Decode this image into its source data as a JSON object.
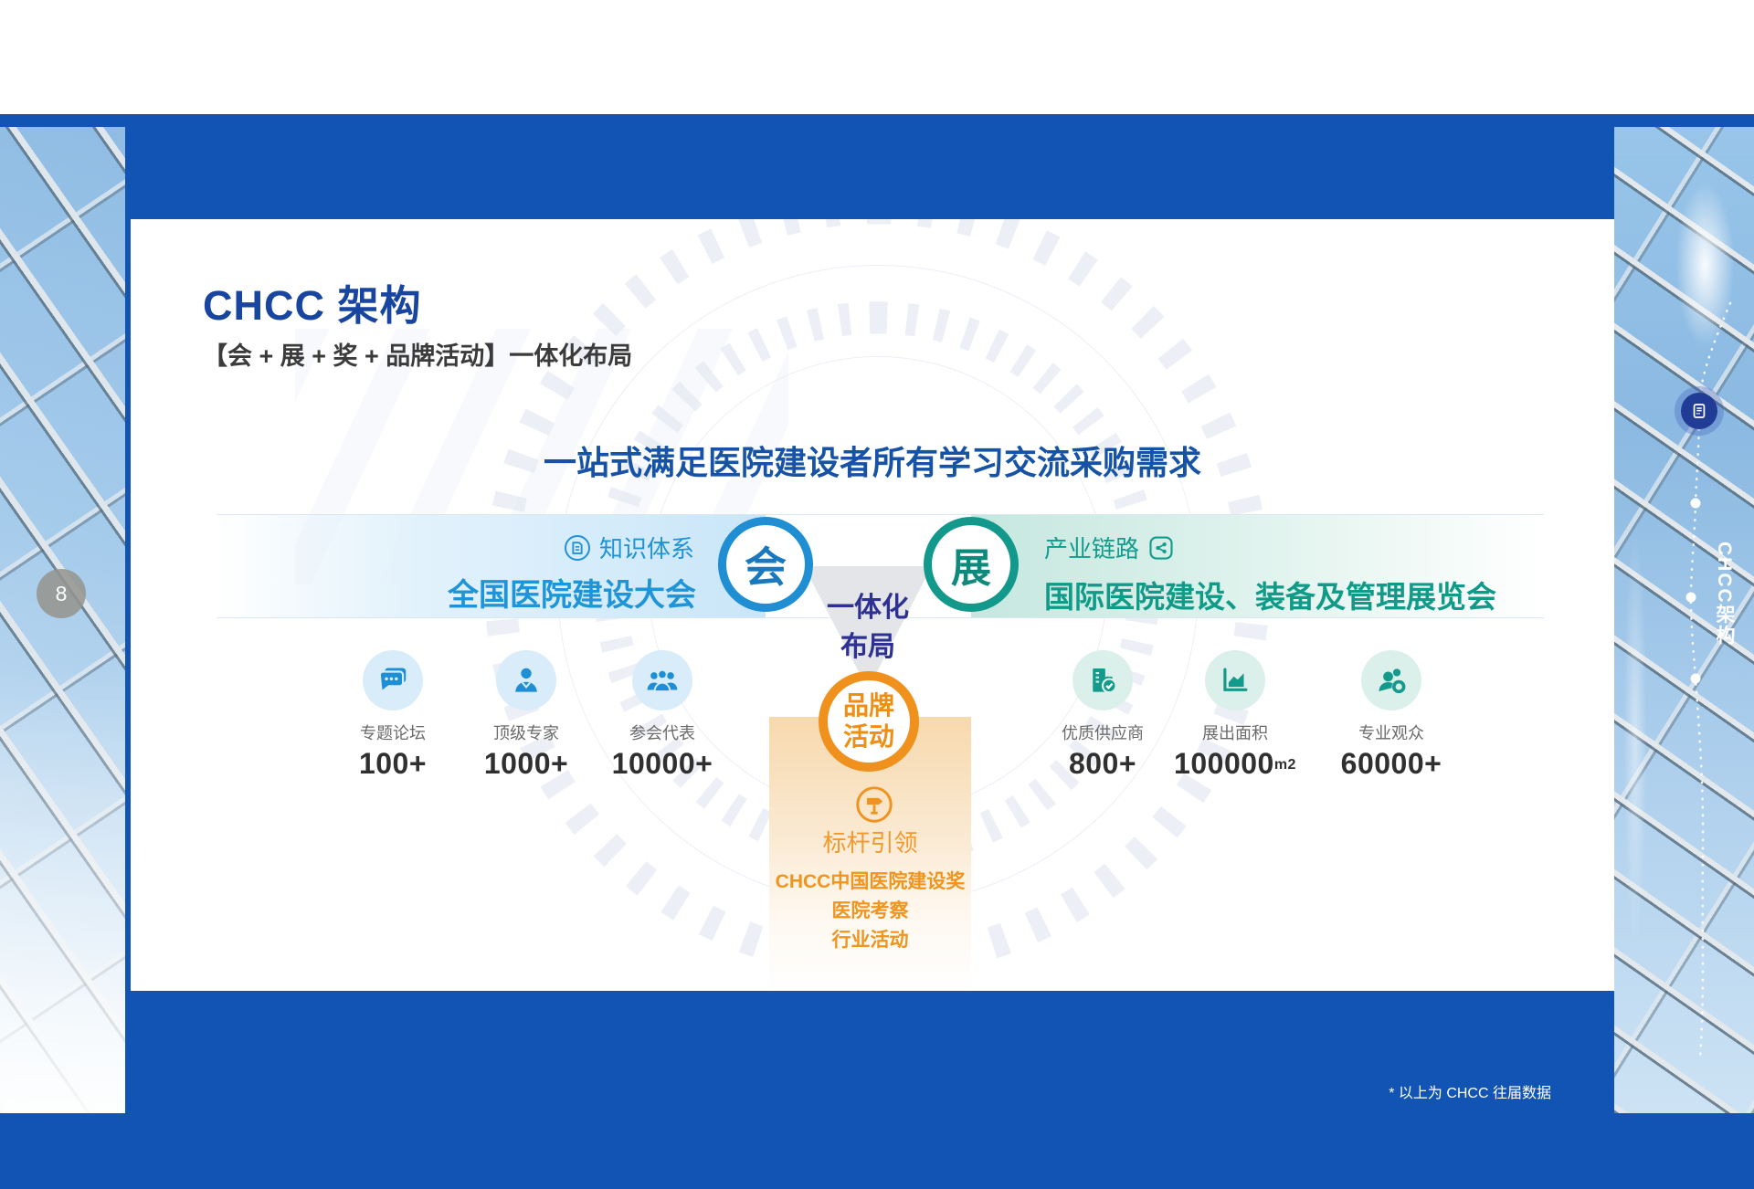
{
  "page": {
    "number": "8",
    "footnote": "* 以上为 CHCC 往届数据",
    "side_tab": "CHCC架构"
  },
  "header": {
    "title": "CHCC 架构",
    "subtitle": "【会 + 展 + 奖 + 品牌活动】一体化布局",
    "heading": "一站式满足医院建设者所有学习交流采购需求"
  },
  "hub": {
    "line1": "一体化",
    "line2": "布局"
  },
  "conference": {
    "badge": "会",
    "tagline": "知识体系",
    "name": "全国医院建设大会",
    "stats": [
      {
        "label": "专题论坛",
        "value": "100+",
        "unit": ""
      },
      {
        "label": "顶级专家",
        "value": "1000+",
        "unit": ""
      },
      {
        "label": "参会代表",
        "value": "10000+",
        "unit": ""
      }
    ]
  },
  "expo": {
    "badge": "展",
    "tagline": "产业链路",
    "name": "国际医院建设、装备及管理展览会",
    "stats": [
      {
        "label": "优质供应商",
        "value": "800+",
        "unit": ""
      },
      {
        "label": "展出面积",
        "value": "100000",
        "unit": "m2"
      },
      {
        "label": "专业观众",
        "value": "60000+",
        "unit": ""
      }
    ]
  },
  "brand": {
    "badge_line1": "品牌",
    "badge_line2": "活动",
    "tagline": "标杆引领",
    "items": [
      "CHCC中国医院建设奖",
      "医院考察",
      "行业活动"
    ]
  },
  "colors": {
    "frame_blue": "#1254b4",
    "title_blue": "#17459f",
    "conference_blue": "#1e93d6",
    "expo_teal": "#129c8d",
    "brand_orange": "#f0921f",
    "hub_indigo": "#2e3192"
  }
}
